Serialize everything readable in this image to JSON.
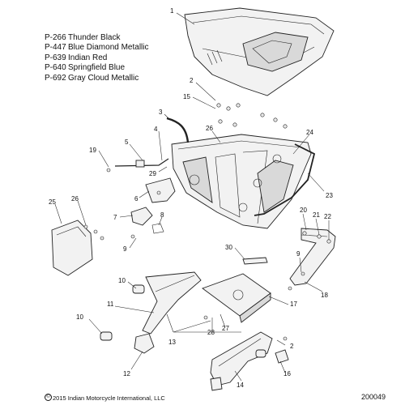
{
  "legend": [
    {
      "code": "P-266",
      "color": "Thunder Black"
    },
    {
      "code": "P-447",
      "color": "Blue Diamond Metallic"
    },
    {
      "code": "P-639",
      "color": "Indian Red"
    },
    {
      "code": "P-640",
      "color": "Springfield Blue"
    },
    {
      "code": "P-692",
      "color": "Gray Cloud Metallic"
    }
  ],
  "callouts": [
    "1",
    "2",
    "15",
    "3",
    "4",
    "26",
    "24",
    "19",
    "5",
    "29",
    "6",
    "25",
    "26",
    "7",
    "8",
    "9",
    "23",
    "20",
    "21",
    "22",
    "30",
    "9",
    "18",
    "10",
    "11",
    "17",
    "28",
    "27",
    "13",
    "10",
    "12",
    "2",
    "14",
    "16"
  ],
  "footer": {
    "copyright_symbol": "©",
    "copyright": "2015 Indian Motorcycle International, LLC",
    "drawing_number": "200049"
  }
}
